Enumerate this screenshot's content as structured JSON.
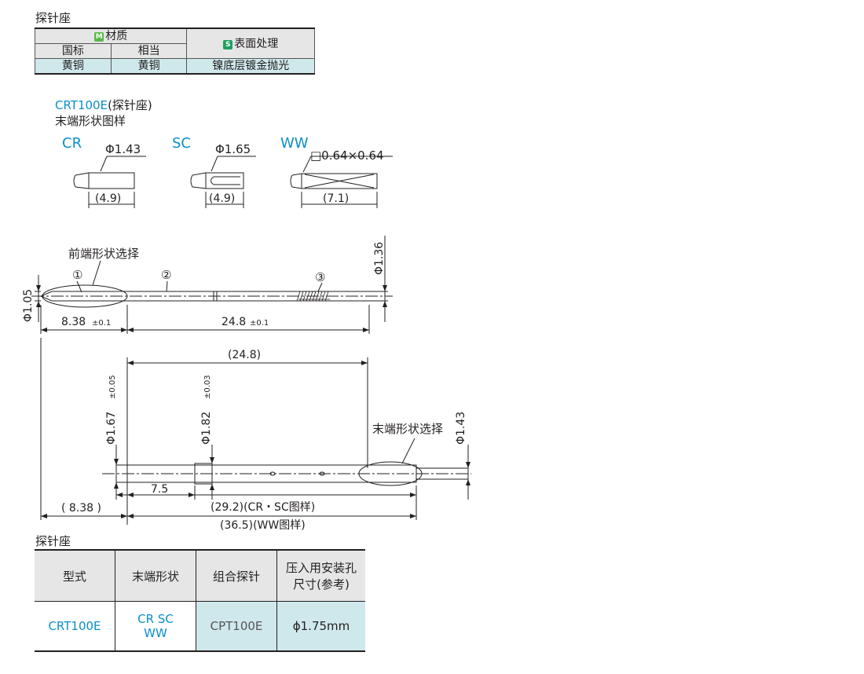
{
  "material_section": {
    "title": "探针座",
    "badge_m": "M",
    "badge_s": "S",
    "material_header": "材质",
    "surface_header": "表面处理",
    "col_national": "国标",
    "col_equivalent": "相当",
    "row": {
      "national": "黄铜",
      "equivalent": "黄铜",
      "surface": "镍底层镀金抛光"
    }
  },
  "tip_section": {
    "model_label": "CRT100E",
    "model_suffix": "(探针座)",
    "title": "末端形状图样",
    "shapes": [
      {
        "code": "CR",
        "dia": "Φ1.43",
        "len": "(4.9)"
      },
      {
        "code": "SC",
        "dia": "Φ1.65",
        "len": "(4.9)"
      },
      {
        "code": "WW",
        "dia": "□0.64×0.64",
        "len": "(7.1)"
      }
    ]
  },
  "probe_drawing": {
    "front_label": "前端形状选择",
    "marks": [
      "①",
      "②",
      "③"
    ],
    "dia_left": "Φ1.05",
    "dia_right": "Φ1.36",
    "len1_val": "8.38",
    "len1_tol": "±0.1",
    "len2_val": "24.8",
    "len2_tol": "±0.1"
  },
  "socket_drawing": {
    "top_dim": "(24.8)",
    "dia1": "Φ1.67",
    "dia1_tol": "±0.05",
    "dia2": "Φ1.82",
    "dia2_tol": "±0.03",
    "dia3": "Φ1.43",
    "end_label": "末端形状选择",
    "len_short": "7.5",
    "len_left": "( 8.38 )",
    "len_cr_sc": "(29.2)(CR・SC图样)",
    "len_ww": "(36.5)(WW图样)"
  },
  "bottom_table": {
    "title": "探针座",
    "headers": [
      "型式",
      "末端形状",
      "组合探针",
      "压入用安装孔",
      "尺寸(参考)"
    ],
    "row": {
      "model": "CRT100E",
      "shape_line1": "CR SC",
      "shape_line2": "WW",
      "probe": "CPT100E",
      "hole": "ϕ1.75mm"
    }
  },
  "colors": {
    "accent": "#0a8fc7",
    "cyan_fill": "#cfe8ec",
    "gray_fill": "#e6e6e6"
  }
}
